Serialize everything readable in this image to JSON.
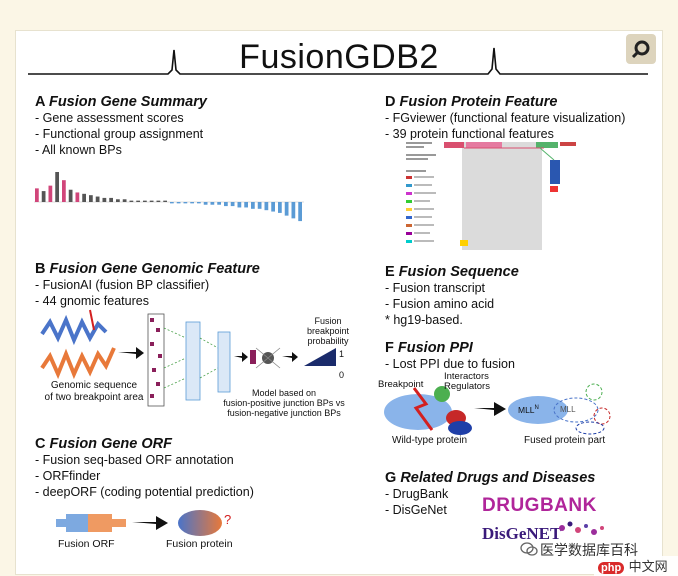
{
  "header": {
    "title": "FusionGDB2"
  },
  "sections": {
    "A": {
      "letter": "A",
      "name": "Fusion Gene Summary",
      "bullets": [
        "- Gene assessment scores",
        "- Functional group assignment",
        "- All known BPs"
      ]
    },
    "B": {
      "letter": "B",
      "name": "Fusion Gene Genomic Feature",
      "bullets": [
        "- FusionAI (fusion BP classifier)",
        "- 44 gnomic features"
      ],
      "labels": {
        "genomic_line1": "Genomic sequence",
        "genomic_line2": "of two breakpoint area",
        "prob_line1": "Fusion",
        "prob_line2": "breakpoint",
        "prob_line3": "probability",
        "prob_one": "1",
        "prob_zero": "0",
        "model_line1": "Model based on",
        "model_line2": "fusion-positive junction BPs vs",
        "model_line3": "fusion-negative junction BPs"
      }
    },
    "C": {
      "letter": "C",
      "name": "Fusion Gene ORF",
      "bullets": [
        "- Fusion seq-based ORF annotation",
        "- ORFfinder",
        "- deepORF (coding potential prediction)"
      ],
      "labels": {
        "orf": "Fusion ORF",
        "protein": "Fusion protein",
        "question": "?"
      }
    },
    "D": {
      "letter": "D",
      "name": "Fusion Protein Feature",
      "bullets": [
        "- FGviewer (functional feature visualization)",
        "- 39 protein functional features"
      ]
    },
    "E": {
      "letter": "E",
      "name": "Fusion Sequence",
      "bullets": [
        "- Fusion transcript",
        "- Fusion amino acid",
        "* hg19-based."
      ]
    },
    "F": {
      "letter": "F",
      "name": "Fusion PPI",
      "bullets": [
        "- Lost PPI due to fusion"
      ],
      "labels": {
        "breakpoint": "Breakpoint",
        "interactors": "Interactors",
        "regulators": "Regulators",
        "wildtype": "Wild-type protein",
        "fused": "Fused protein part",
        "mll_n": "MLL",
        "mll_sup": "N",
        "mll_c": "MLL"
      }
    },
    "G": {
      "letter": "G",
      "name": "Related Drugs and Diseases",
      "bullets": [
        "- DrugBank",
        "- DisGeNet"
      ],
      "logos": {
        "drugbank": "DRUGBANK",
        "disgenet": "DisGeNET"
      }
    }
  },
  "watermark": {
    "site": "医学数据库百科",
    "brand": "php中文网"
  },
  "colors": {
    "pink": "#d1457a",
    "blue": "#5b9bd5",
    "orange": "#e8793a",
    "navy": "#1a2b6b",
    "grey": "#555555",
    "purple": "#8a1f8a",
    "red": "#d32020"
  },
  "chart_data": {
    "type": "bar",
    "series": [
      {
        "name": "",
        "values": [
          10,
          8,
          12,
          22,
          16,
          9,
          7,
          6,
          5,
          4,
          3,
          3,
          2,
          2,
          1,
          1,
          1,
          1,
          1,
          1,
          -1,
          -1,
          -1,
          -1,
          -1,
          -2,
          -2,
          -2,
          -3,
          -3,
          -4,
          -4,
          -5,
          -5,
          -6,
          -7,
          -8,
          -10,
          -12,
          -14
        ]
      }
    ]
  }
}
